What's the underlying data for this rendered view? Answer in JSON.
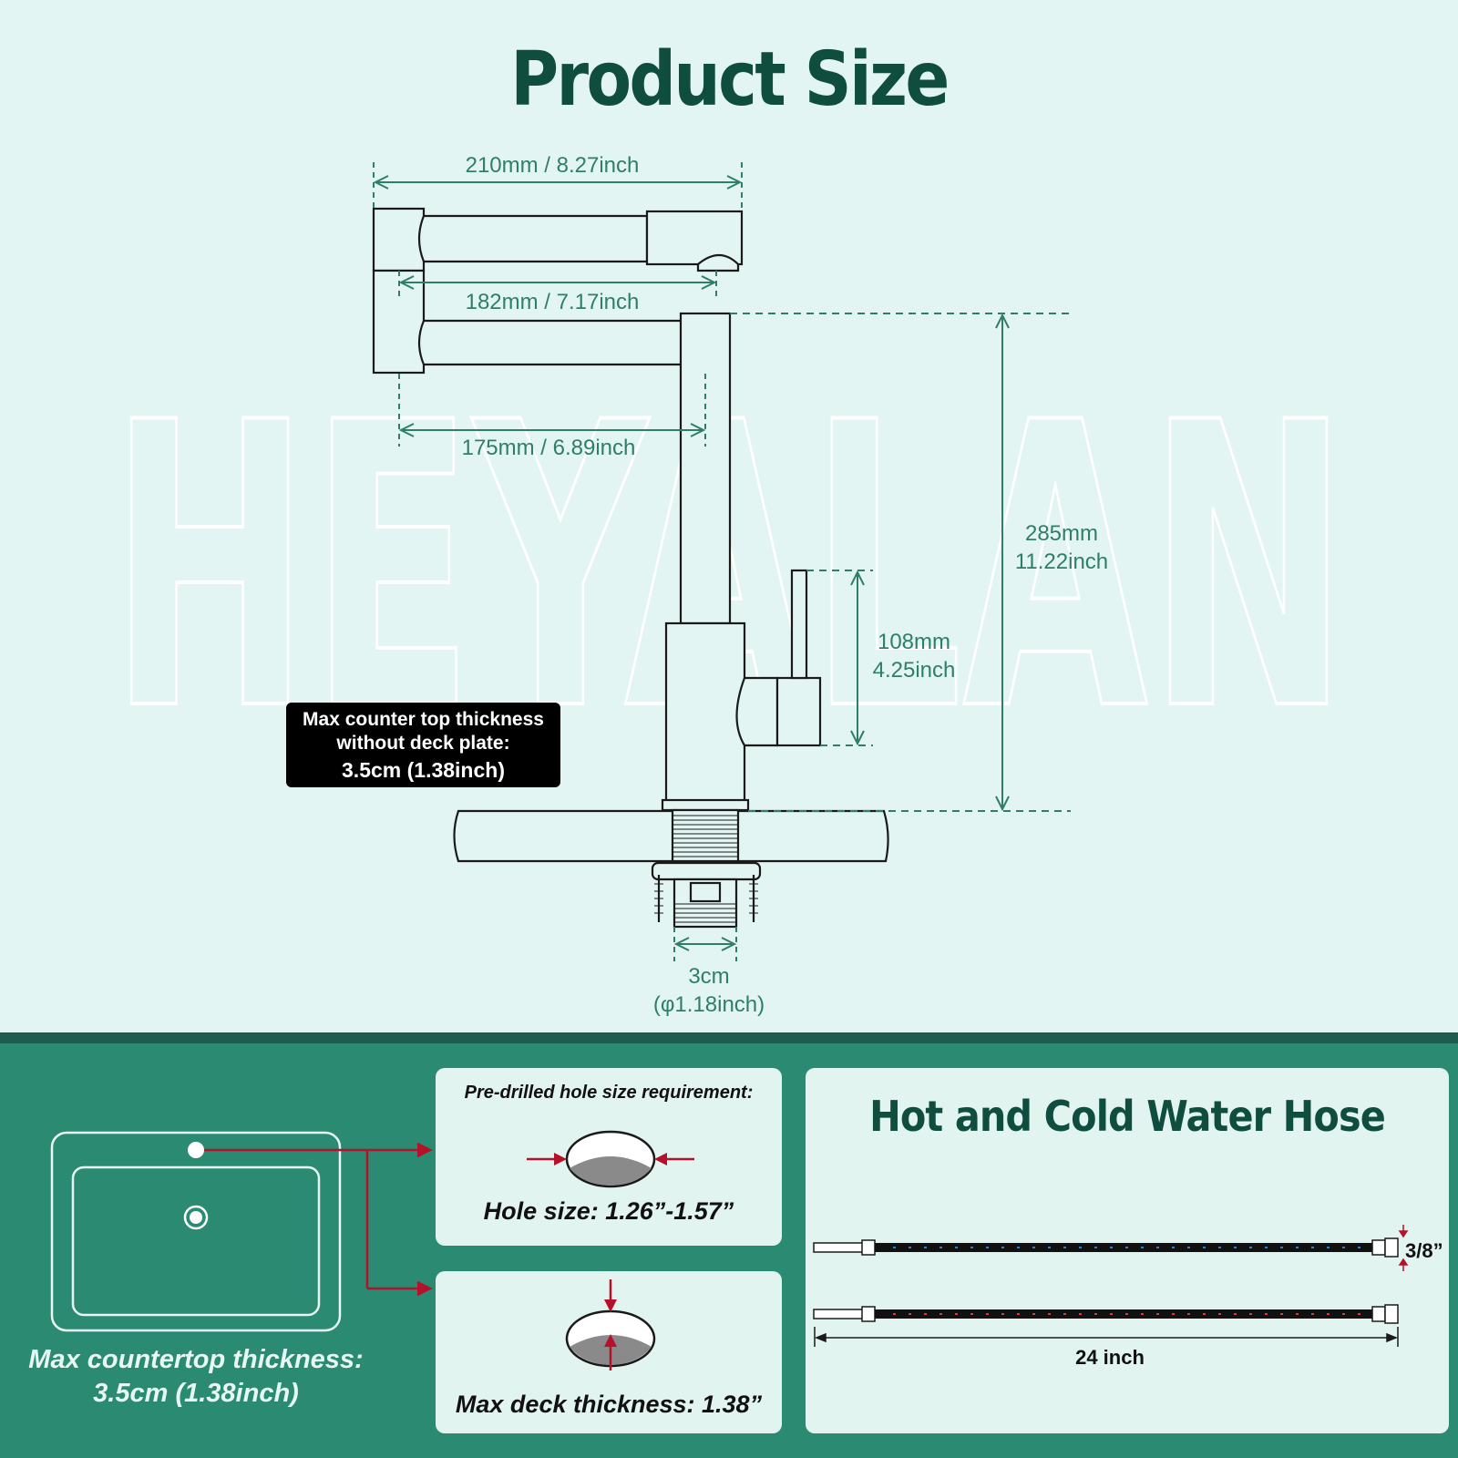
{
  "title": "Product Size",
  "watermark": "HEYALAN",
  "dims": {
    "spout_full": "210mm / 8.27inch",
    "spout_mid": "182mm / 7.17inch",
    "spout_reach": "175mm / 6.89inch",
    "height_mm": "285mm",
    "height_in": "11.22inch",
    "handle_mm": "108mm",
    "handle_in": "4.25inch",
    "shank_cm": "3cm",
    "shank_in": "(φ1.18inch)"
  },
  "callout": {
    "line1": "Max counter top thickness",
    "line2": "without deck plate:",
    "line3": "3.5cm (1.38inch)"
  },
  "bottom": {
    "max_countertop_line1": "Max countertop thickness:",
    "max_countertop_line2": "3.5cm (1.38inch)",
    "predrilled_heading": "Pre-drilled hole size requirement:",
    "hole_size": "Hole size: 1.26”-1.57”",
    "max_deck": "Max deck thickness: 1.38”",
    "hose_title": "Hot and Cold Water Hose",
    "hose_fitting": "3/8”",
    "hose_length": "24 inch"
  },
  "colors": {
    "background": "#e3f5f2",
    "title": "#0f4d3f",
    "dimension": "#2e7e68",
    "band": "#2a8a72",
    "arrow_red": "#b5112a"
  }
}
